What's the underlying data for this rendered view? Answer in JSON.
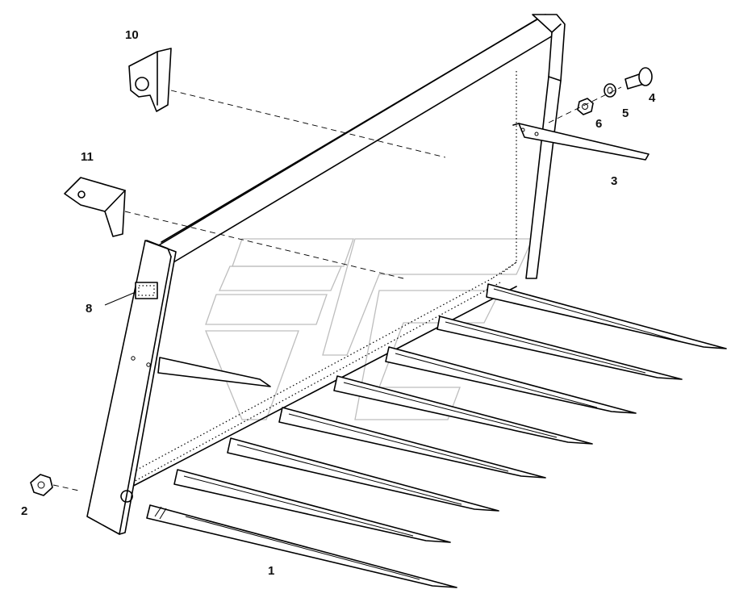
{
  "labels": {
    "tines": "1",
    "nut_lower": "2",
    "side_tine": "3",
    "bolt": "4",
    "washer_spring": "5",
    "nut_upper": "6",
    "plate": "8",
    "hook_bracket": "10",
    "lug_bracket": "11"
  }
}
